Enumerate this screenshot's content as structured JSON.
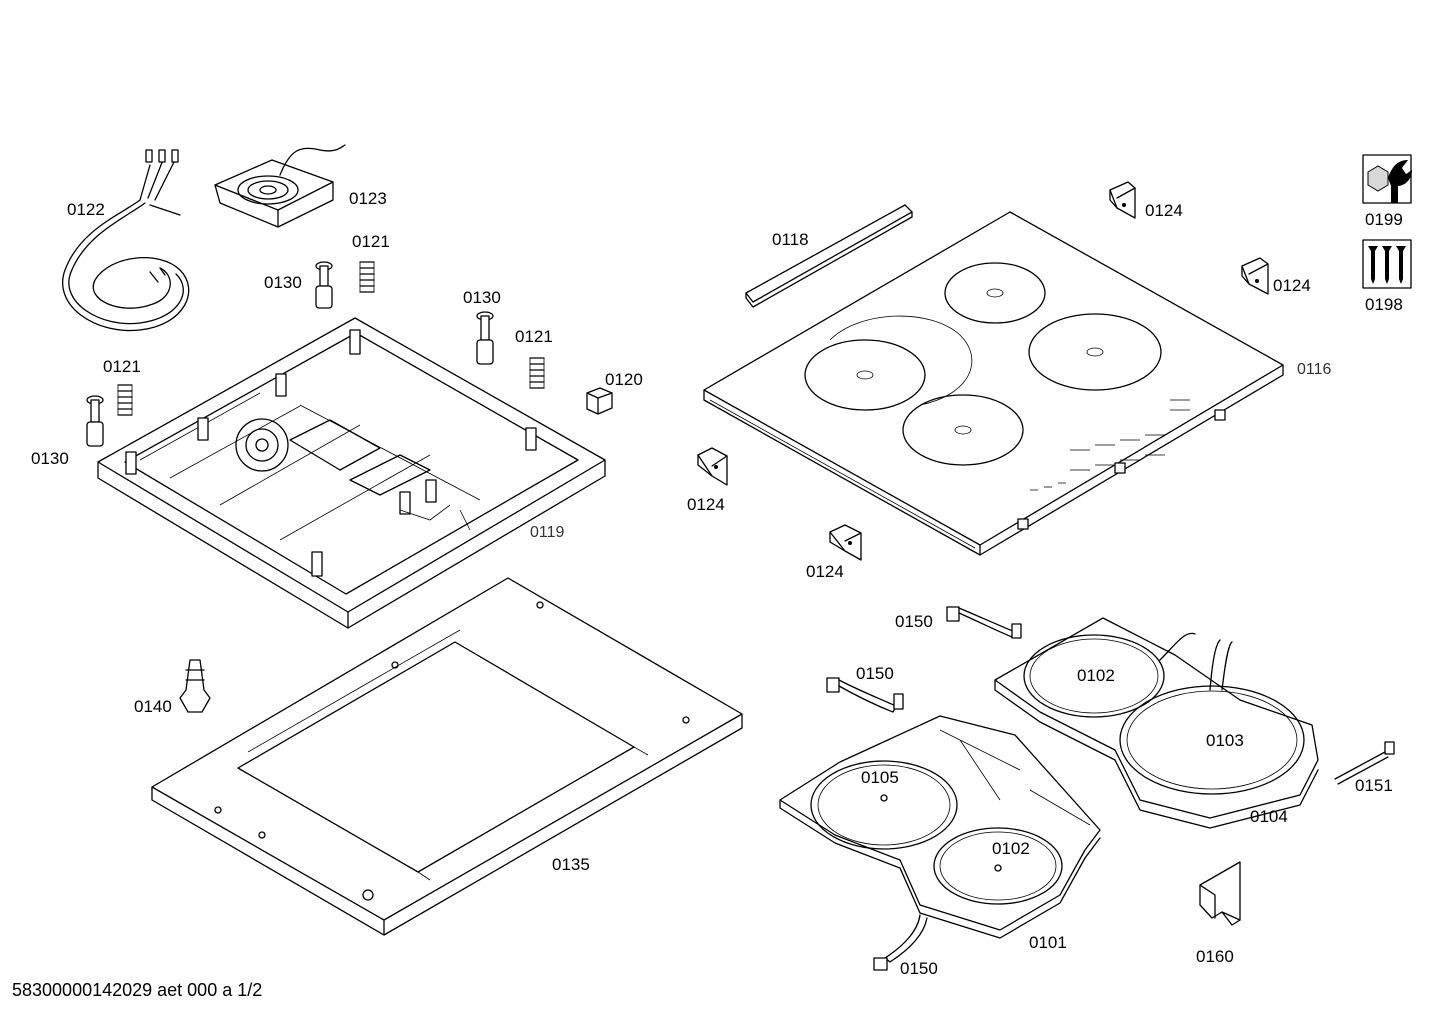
{
  "labels": {
    "p0122": "0122",
    "p0123": "0123",
    "p0121_a": "0121",
    "p0130_a": "0130",
    "p0130_b": "0130",
    "p0121_b": "0121",
    "p0121_c": "0121",
    "p0120": "0120",
    "p0130_c": "0130",
    "p0119": "0119",
    "p0118": "0118",
    "p0124_a": "0124",
    "p0124_b": "0124",
    "p0116": "0116",
    "p0124_c": "0124",
    "p0124_d": "0124",
    "p0199": "0199",
    "p0198": "0198",
    "p0150_a": "0150",
    "p0150_b": "0150",
    "p0102_a": "0102",
    "p0103": "0103",
    "p0151": "0151",
    "p0104": "0104",
    "p0105": "0105",
    "p0102_b": "0102",
    "p0101": "0101",
    "p0150_c": "0150",
    "p0160": "0160",
    "p0140": "0140",
    "p0135": "0135"
  },
  "footer": "58300000142029 aet 000 a 1/2",
  "icons": [
    "wrench-nut-icon",
    "screws-icon"
  ]
}
